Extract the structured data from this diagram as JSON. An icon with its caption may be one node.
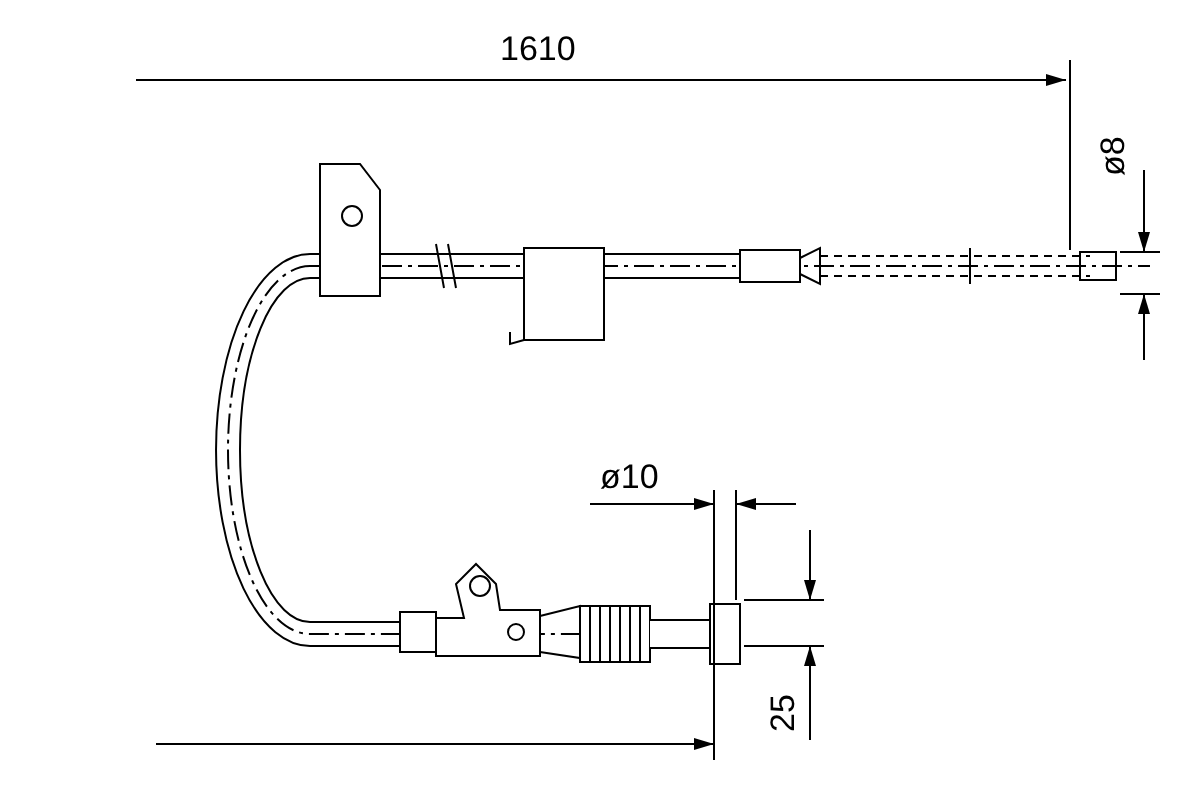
{
  "diagram": {
    "labels": [
      "1610",
      "ø8",
      "ø10",
      "25"
    ]
  }
}
